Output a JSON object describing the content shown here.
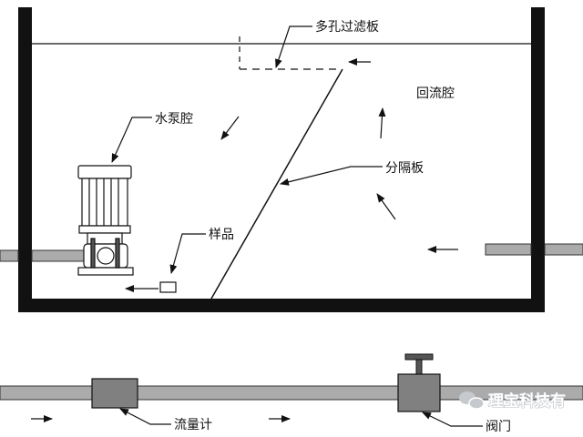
{
  "labels": {
    "porous_filter_plate": "多孔过滤板",
    "return_chamber": "回流腔",
    "pump_chamber": "水泵腔",
    "partition_plate": "分隔板",
    "sample": "样品",
    "flowmeter": "流量计",
    "valve": "阀门"
  },
  "watermark": {
    "text": "理宝科技有"
  },
  "colors": {
    "line": "#111111",
    "pipe": "#9a9a9a",
    "box": "#808080",
    "watermark_icon": "#c6c9cd"
  }
}
